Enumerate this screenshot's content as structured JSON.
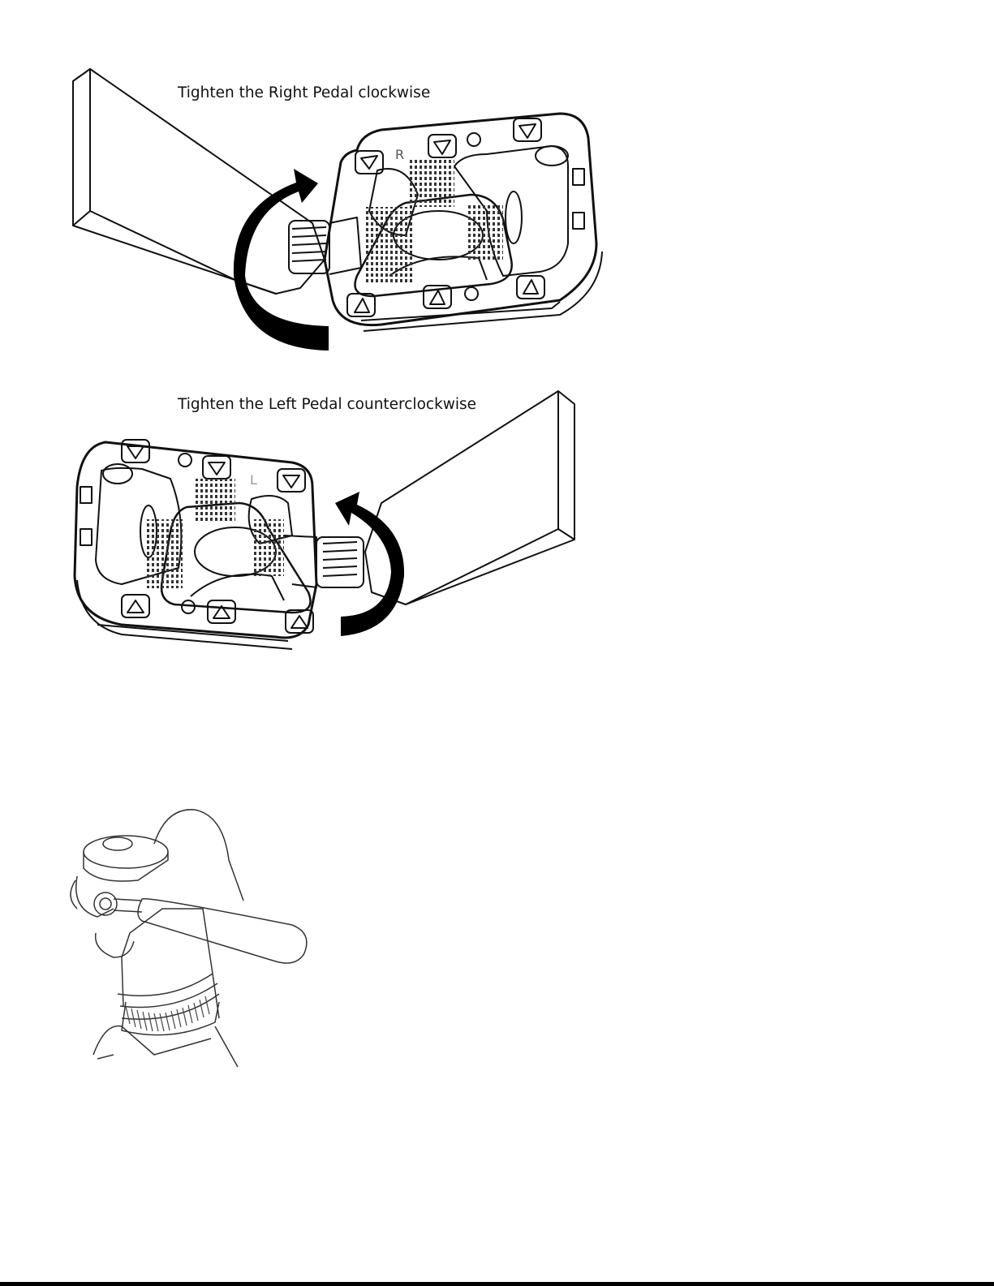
{
  "captions": {
    "right_pedal": "Tighten the Right Pedal clockwise",
    "left_pedal": "Tighten the Left Pedal counterclockwise"
  },
  "pedal_marks": {
    "right": "R",
    "left": "L"
  },
  "icons": {
    "top_illustration": "right-pedal-install-icon",
    "middle_illustration": "left-pedal-install-icon",
    "bottom_illustration": "seatpost-quick-release-icon"
  },
  "colors": {
    "ink": "#111111",
    "background": "#ffffff"
  }
}
